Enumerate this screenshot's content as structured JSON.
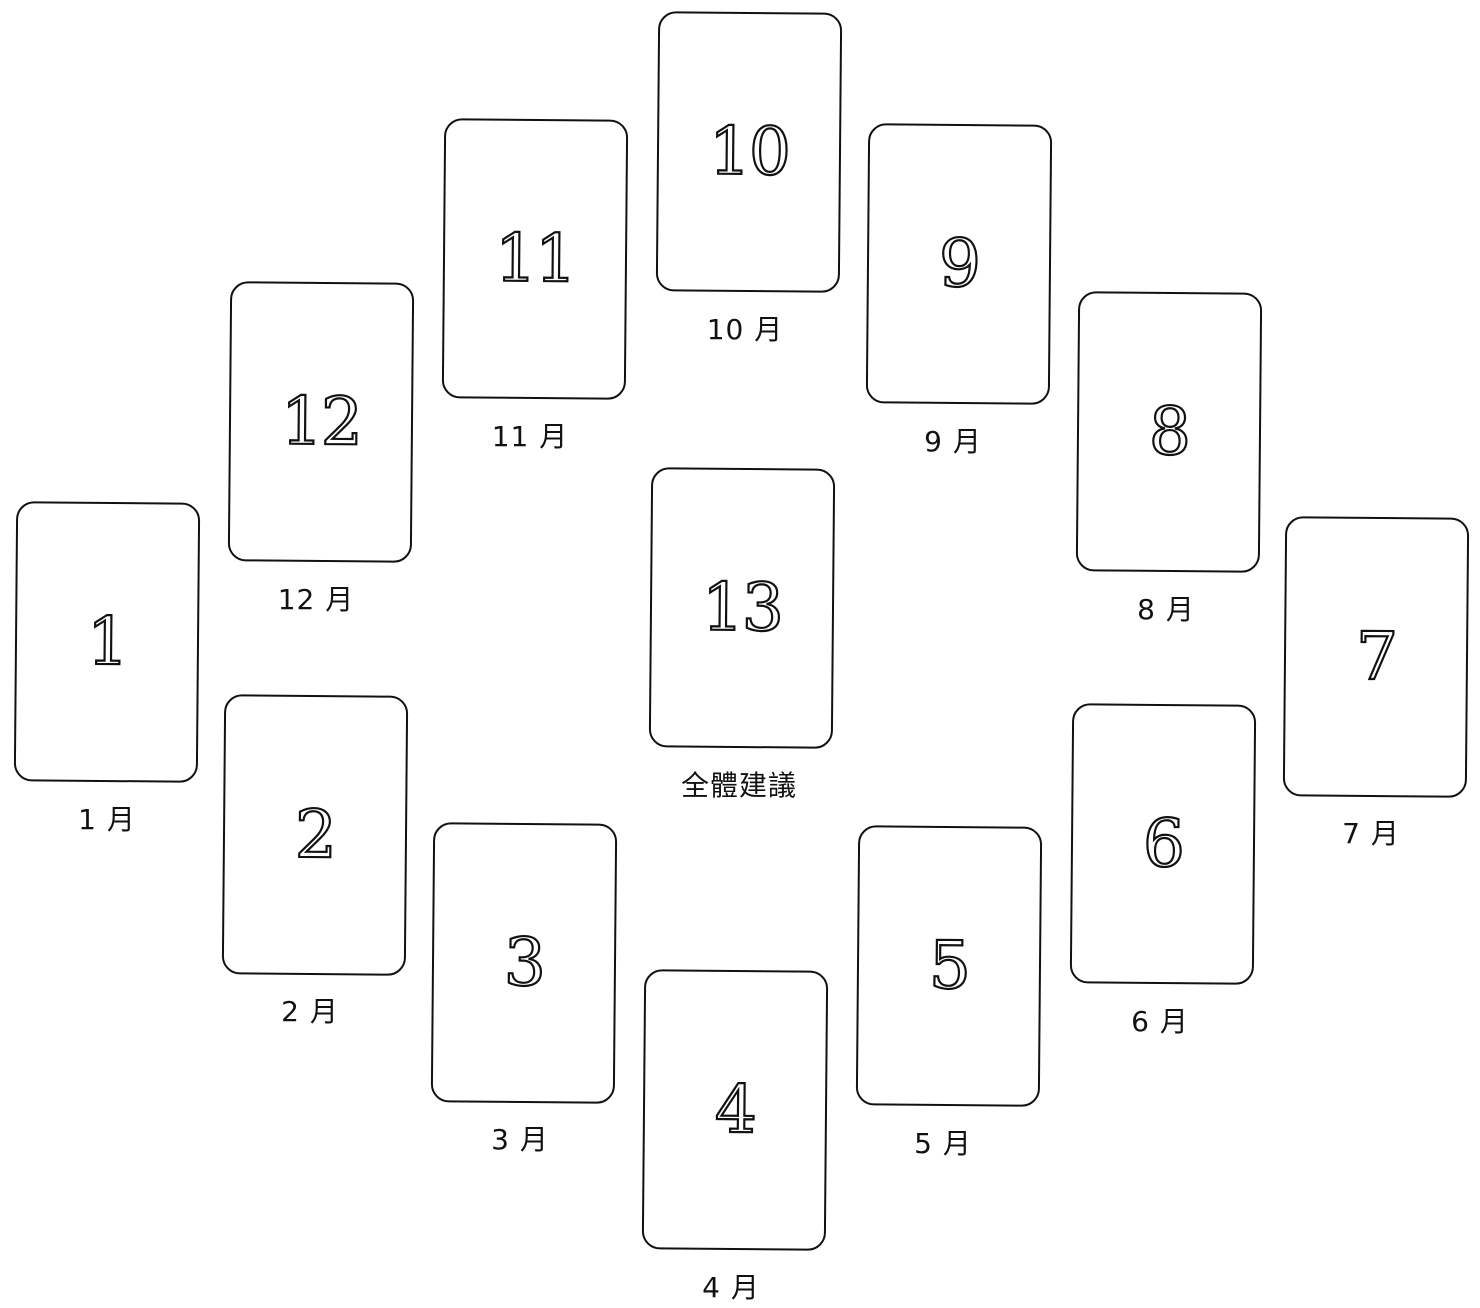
{
  "cards": [
    {
      "number": "1",
      "label": "1 月"
    },
    {
      "number": "2",
      "label": "2 月"
    },
    {
      "number": "3",
      "label": "3 月"
    },
    {
      "number": "4",
      "label": "4 月"
    },
    {
      "number": "5",
      "label": "5 月"
    },
    {
      "number": "6",
      "label": "6 月"
    },
    {
      "number": "7",
      "label": "7 月"
    },
    {
      "number": "8",
      "label": "8 月"
    },
    {
      "number": "9",
      "label": "9 月"
    },
    {
      "number": "10",
      "label": "10 月"
    },
    {
      "number": "11",
      "label": "11 月"
    },
    {
      "number": "12",
      "label": "12 月"
    },
    {
      "number": "13",
      "label": "全體建議"
    }
  ]
}
